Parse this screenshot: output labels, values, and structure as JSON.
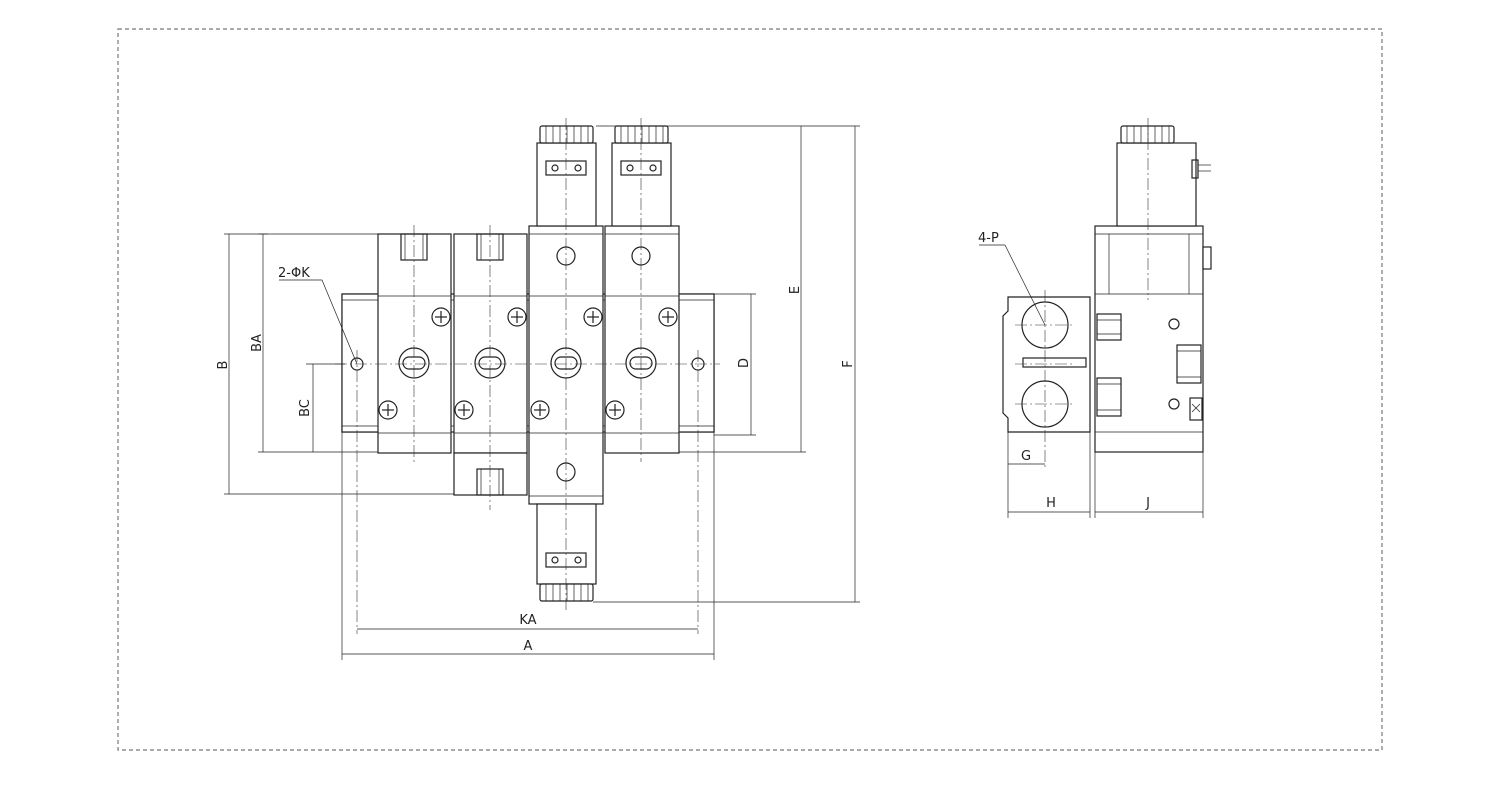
{
  "drawing": {
    "labels": {
      "a": "A",
      "b": "B",
      "ba": "BA",
      "bc": "BC",
      "d": "D",
      "e": "E",
      "f": "F",
      "g": "G",
      "h": "H",
      "j": "J",
      "ka": "KA",
      "mount_holes": "2-ΦK",
      "ports": "4-P"
    }
  }
}
